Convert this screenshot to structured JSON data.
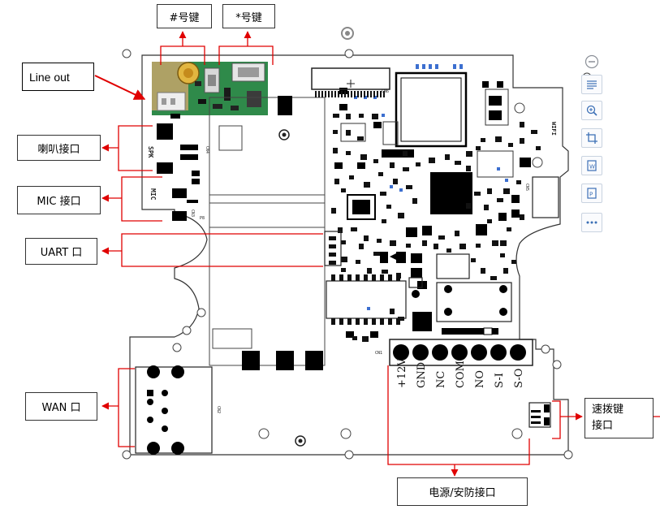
{
  "labels": {
    "hash_key": "#号键",
    "star_key": "*号键",
    "line_out": "Line out",
    "speaker_port": "喇叭接口",
    "mic_port": "MIC 接口",
    "uart_port": "UART 口",
    "wan_port": "WAN 口",
    "speed_dial_line1": "速拨键",
    "speed_dial_line2": "接口",
    "power_security_port": "电源/安防接口"
  },
  "board": {
    "silk_spk": "SPK",
    "silk_mic": "MIC",
    "silk_wifi": "WIFI",
    "silk_cn1": "CN1",
    "silk_cn2": "CN2",
    "silk_cn3": "CN3",
    "silk_cn4": "CN4",
    "silk_cn5": "CN5",
    "silk_cn6": "CN6",
    "silk_p8": "P8",
    "terminal_pins": [
      "+12V",
      "GND",
      "NC",
      "COM",
      "NO",
      "S-I",
      "S-O"
    ]
  },
  "colors": {
    "arrow": "#e00000",
    "outline": "#333333",
    "pcb_photo": "#2f8a4a",
    "component": "#000000",
    "toolbar_icon": "#3b6fb6"
  },
  "toolbar": {
    "icons": [
      "minus-circle-icon",
      "text-lines-icon",
      "zoom-in-icon",
      "crop-icon",
      "word-export-icon",
      "pdf-export-icon",
      "more-dots-icon"
    ]
  }
}
